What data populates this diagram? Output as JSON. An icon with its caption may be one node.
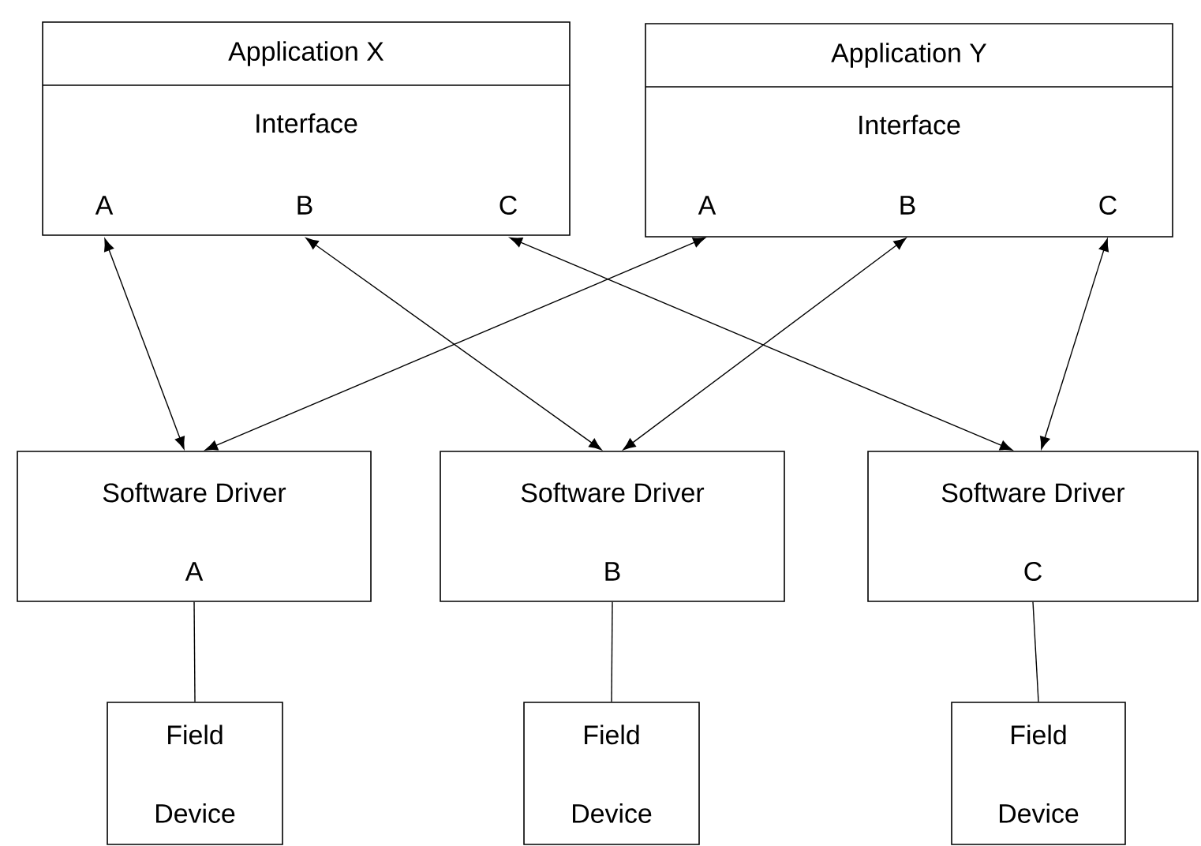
{
  "diagram": {
    "nodes": [
      {
        "text": [
          "Application X",
          "Interface"
        ]
      },
      {
        "text": [
          "A"
        ],
        "in": 0
      },
      {
        "text": [
          "B"
        ],
        "in": 0
      },
      {
        "text": [
          "C"
        ],
        "in": 0
      },
      {
        "text": [
          "Application Y",
          "Interface"
        ]
      },
      {
        "text": [
          "A"
        ],
        "in": 4
      },
      {
        "text": [
          "B"
        ],
        "in": 4
      },
      {
        "text": [
          "C"
        ],
        "in": 4
      },
      {
        "text": [
          "Software Driver",
          "A"
        ]
      },
      {
        "text": [
          "Software Driver",
          "B"
        ]
      },
      {
        "text": [
          "Software Driver",
          "C"
        ]
      },
      {
        "text": [
          "Field Device"
        ]
      },
      {
        "text": [
          "Field Device"
        ]
      },
      {
        "text": [
          "Field Device"
        ]
      }
    ],
    "edges": [
      {
        "from": 1,
        "to": 8,
        "arrow": "both"
      },
      {
        "from": 2,
        "to": 9,
        "arrow": "both"
      },
      {
        "from": 3,
        "to": 10,
        "arrow": "both"
      },
      {
        "from": 5,
        "to": 8,
        "arrow": "both"
      },
      {
        "from": 6,
        "to": 9,
        "arrow": "both"
      },
      {
        "from": 7,
        "to": 10,
        "arrow": "both"
      },
      {
        "from": 8,
        "to": 11,
        "arrow": "none"
      },
      {
        "from": 9,
        "to": 12,
        "arrow": "none"
      },
      {
        "from": 10,
        "to": 13,
        "arrow": "none"
      }
    ]
  }
}
